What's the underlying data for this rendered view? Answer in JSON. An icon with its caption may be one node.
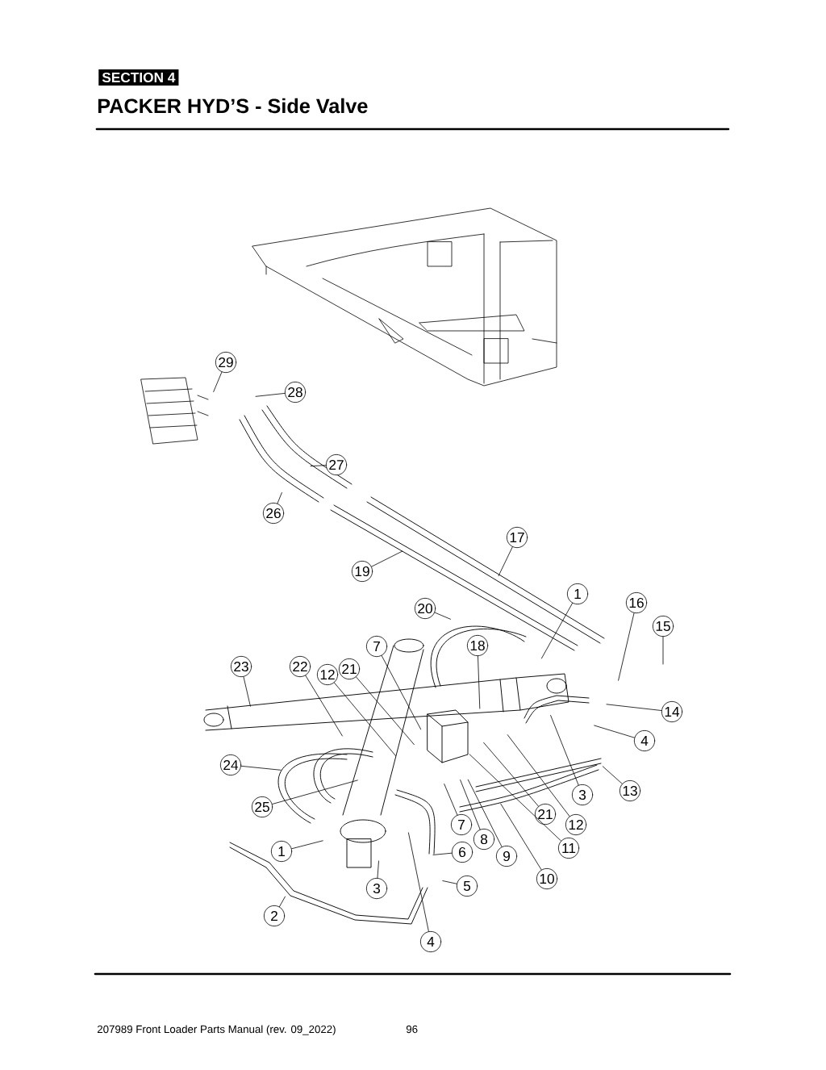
{
  "diagram": {
    "title": "PACKER HYD’S - Side Valve",
    "nodes": [
      {
        "text": [
          "29"
        ]
      },
      {
        "text": [
          "28"
        ]
      },
      {
        "text": [
          "27"
        ]
      },
      {
        "text": [
          "26"
        ]
      },
      {
        "text": [
          "17"
        ]
      },
      {
        "text": [
          "19"
        ]
      },
      {
        "text": [
          "1"
        ]
      },
      {
        "text": [
          "16"
        ]
      },
      {
        "text": [
          "15"
        ]
      },
      {
        "text": [
          "20"
        ]
      },
      {
        "text": [
          "7"
        ]
      },
      {
        "text": [
          "18"
        ]
      },
      {
        "text": [
          "23"
        ]
      },
      {
        "text": [
          "22"
        ]
      },
      {
        "text": [
          "12"
        ]
      },
      {
        "text": [
          "21"
        ]
      },
      {
        "text": [
          "14"
        ]
      },
      {
        "text": [
          "4"
        ]
      },
      {
        "text": [
          "24"
        ]
      },
      {
        "text": [
          "3"
        ]
      },
      {
        "text": [
          "13"
        ]
      },
      {
        "text": [
          "25"
        ]
      },
      {
        "text": [
          "21"
        ]
      },
      {
        "text": [
          "12"
        ]
      },
      {
        "text": [
          "7"
        ]
      },
      {
        "text": [
          "8"
        ]
      },
      {
        "text": [
          "11"
        ]
      },
      {
        "text": [
          "1"
        ]
      },
      {
        "text": [
          "6"
        ]
      },
      {
        "text": [
          "9"
        ]
      },
      {
        "text": [
          "10"
        ]
      },
      {
        "text": [
          "3"
        ]
      },
      {
        "text": [
          "5"
        ]
      },
      {
        "text": [
          "2"
        ]
      },
      {
        "text": [
          "4"
        ]
      }
    ],
    "edges": [
      {
        "from": 0,
        "to": null,
        "arrow": "none"
      },
      {
        "from": 1,
        "to": null,
        "arrow": "none"
      },
      {
        "from": 2,
        "to": null,
        "arrow": "none"
      },
      {
        "from": 3,
        "to": null,
        "arrow": "none"
      },
      {
        "from": 4,
        "to": null,
        "arrow": "none"
      },
      {
        "from": 5,
        "to": null,
        "arrow": "none"
      },
      {
        "from": 6,
        "to": null,
        "arrow": "none"
      },
      {
        "from": 7,
        "to": null,
        "arrow": "none"
      },
      {
        "from": 8,
        "to": null,
        "arrow": "none"
      },
      {
        "from": 9,
        "to": null,
        "arrow": "none"
      },
      {
        "from": 10,
        "to": null,
        "arrow": "none"
      },
      {
        "from": 11,
        "to": null,
        "arrow": "none"
      },
      {
        "from": 12,
        "to": null,
        "arrow": "none"
      },
      {
        "from": 13,
        "to": null,
        "arrow": "none"
      },
      {
        "from": 14,
        "to": null,
        "arrow": "none"
      },
      {
        "from": 15,
        "to": null,
        "arrow": "none"
      },
      {
        "from": 16,
        "to": null,
        "arrow": "none"
      },
      {
        "from": 17,
        "to": null,
        "arrow": "none"
      },
      {
        "from": 18,
        "to": null,
        "arrow": "none"
      },
      {
        "from": 19,
        "to": null,
        "arrow": "none"
      },
      {
        "from": 20,
        "to": null,
        "arrow": "none"
      },
      {
        "from": 21,
        "to": null,
        "arrow": "none"
      },
      {
        "from": 22,
        "to": null,
        "arrow": "none"
      },
      {
        "from": 23,
        "to": null,
        "arrow": "none"
      },
      {
        "from": 24,
        "to": null,
        "arrow": "none"
      },
      {
        "from": 25,
        "to": null,
        "arrow": "none"
      },
      {
        "from": 26,
        "to": null,
        "arrow": "none"
      },
      {
        "from": 27,
        "to": null,
        "arrow": "none"
      },
      {
        "from": 28,
        "to": null,
        "arrow": "none"
      },
      {
        "from": 29,
        "to": null,
        "arrow": "none"
      },
      {
        "from": 30,
        "to": null,
        "arrow": "none"
      },
      {
        "from": 31,
        "to": null,
        "arrow": "none"
      },
      {
        "from": 32,
        "to": null,
        "arrow": "none"
      },
      {
        "from": 33,
        "to": null,
        "arrow": "none"
      },
      {
        "from": 34,
        "to": null,
        "arrow": "none"
      }
    ],
    "labels": [
      "SECTION 4",
      "207989 Front Loader Parts Manual (rev. 09_2022)",
      "96"
    ]
  }
}
